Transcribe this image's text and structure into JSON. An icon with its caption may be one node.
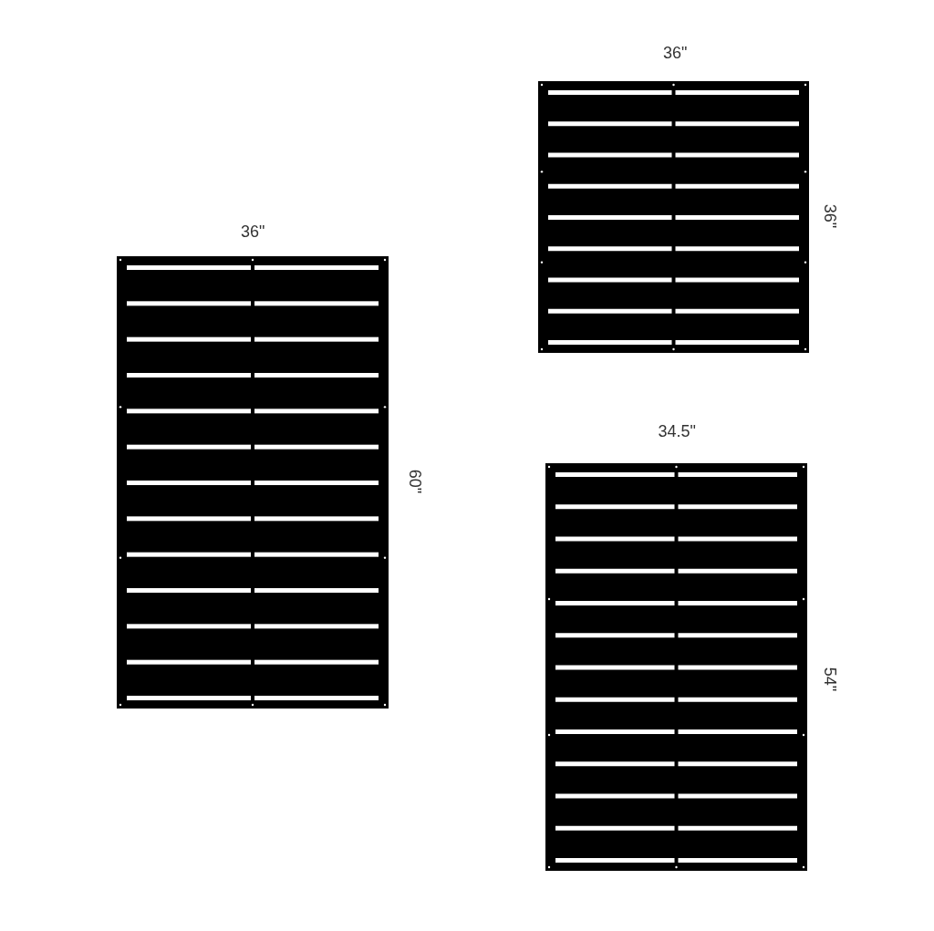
{
  "diagram": {
    "labels": [
      "36\"",
      "36\"",
      "36\"",
      "60\"",
      "34.5\"",
      "54\""
    ]
  }
}
